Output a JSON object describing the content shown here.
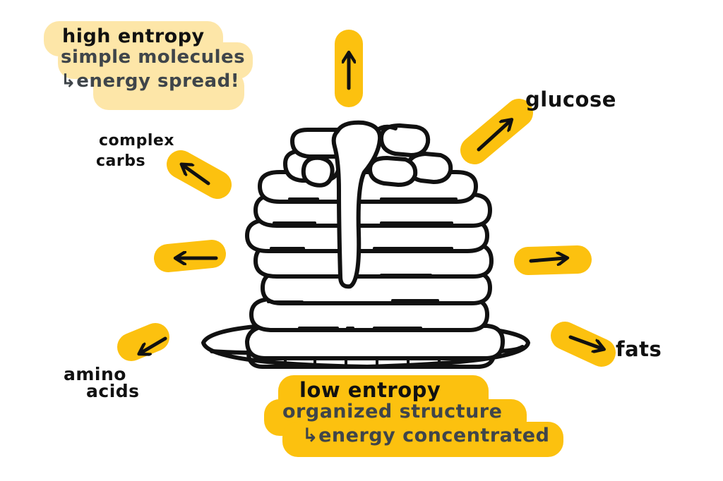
{
  "colors": {
    "accent": "#fcc10f",
    "accent_light": "#fde6a8",
    "ink": "#111111",
    "note_ink": "#3f454a"
  },
  "top_note": {
    "title": "high entropy",
    "line1": "simple molecules",
    "line2": "energy spread!",
    "arrow_glyph": "↳"
  },
  "bottom_note": {
    "title": "low entropy",
    "line1": "organized structure",
    "line2": "energy concentrated",
    "arrow_glyph": "↳"
  },
  "labels": {
    "glucose": "glucose",
    "complex": "complex",
    "carbs": "carbs",
    "fats": "fats",
    "amino": "amino",
    "acids": "acids"
  },
  "icons": {
    "arrow": "arrow-icon",
    "pancakes": "pancake-stack-icon"
  }
}
